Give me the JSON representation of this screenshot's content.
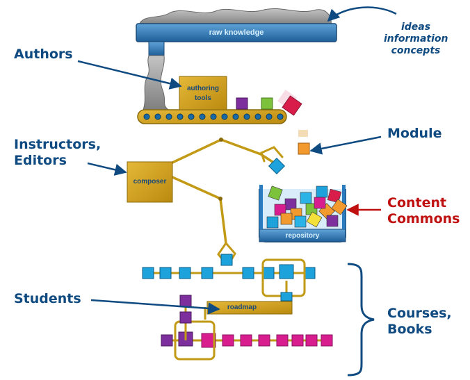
{
  "labels": {
    "authors": "Authors",
    "instructors": [
      "Instructors,",
      "Editors"
    ],
    "module": "Module",
    "content_commons": [
      "Content",
      "Commons"
    ],
    "students": "Students",
    "courses_books": [
      "Courses,",
      "Books"
    ],
    "ideas": [
      "ideas",
      "information",
      "concepts"
    ]
  },
  "boxes": {
    "raw_knowledge": "raw knowledge",
    "authoring_tools": [
      "authoring",
      "tools"
    ],
    "composer": "composer",
    "repository": "repository",
    "roadmap": "roadmap"
  },
  "colors": {
    "label_blue": "#0f4a80",
    "label_red": "#c00f0f",
    "gold": "#d4a017",
    "steel_blue": "#2b7cbf",
    "cyan_block": "#1ea2dc",
    "magenta_block": "#d81d8f",
    "purple_block": "#7e2f9e",
    "gray_cloud": "#9a9a9a"
  }
}
